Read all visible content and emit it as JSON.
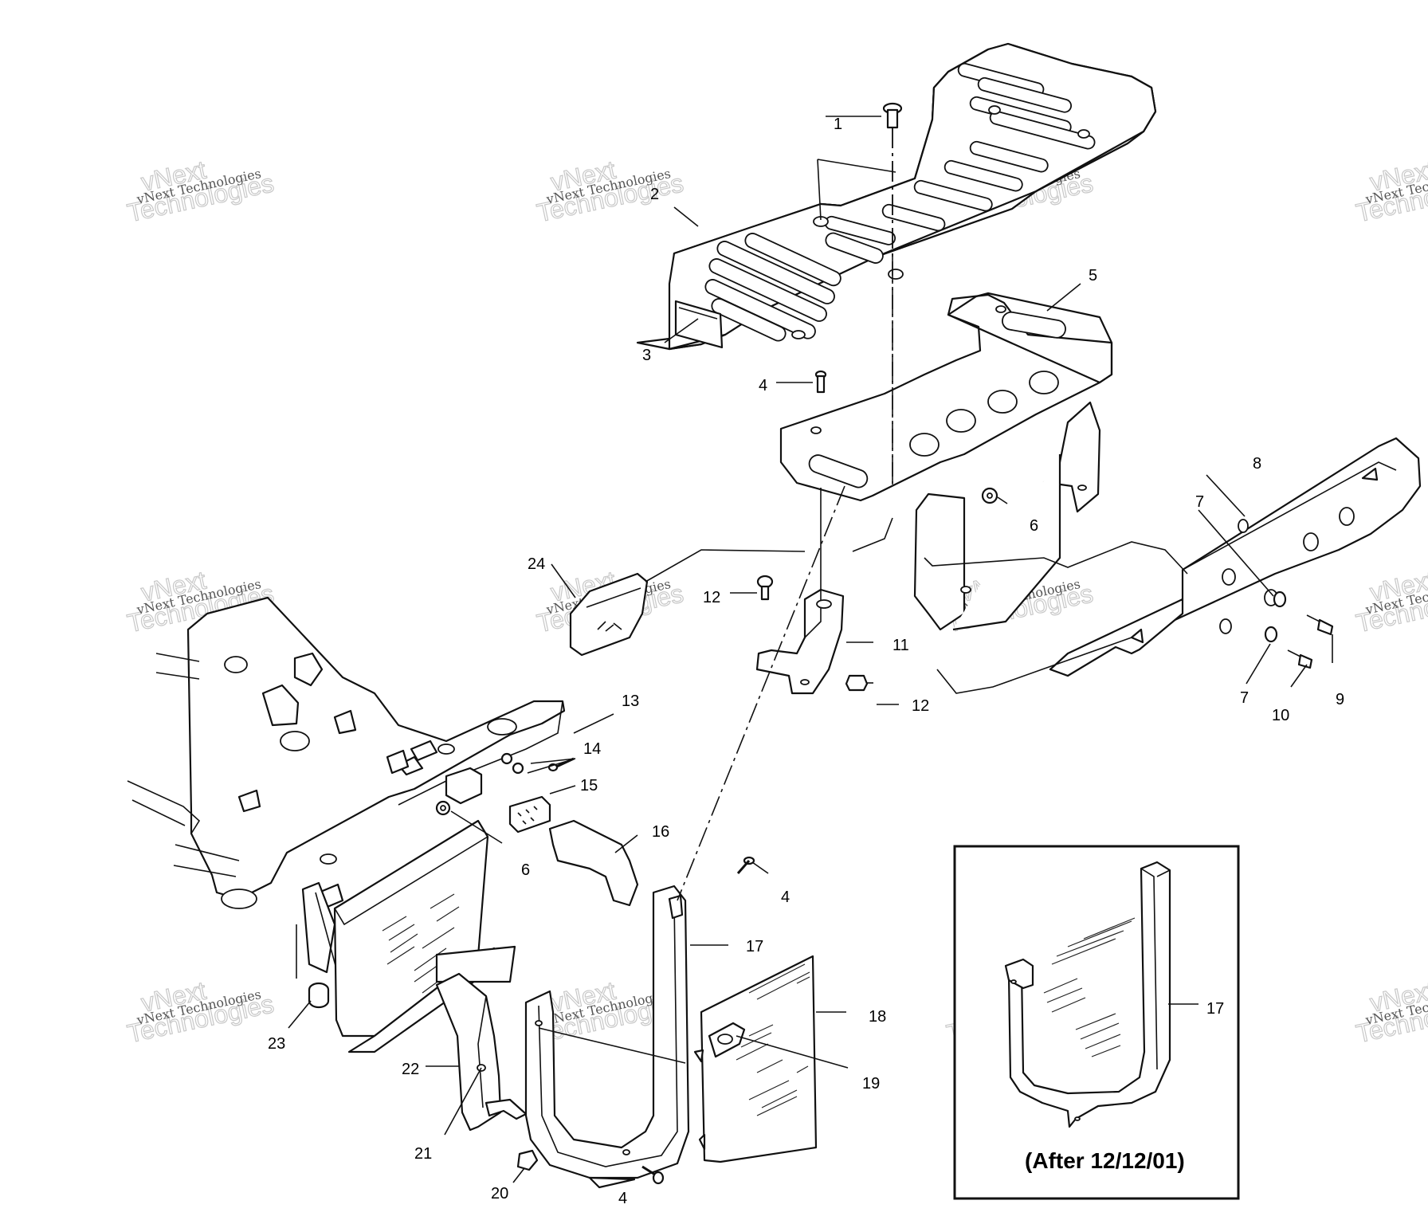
{
  "watermark": {
    "line1": "vNext Technologies",
    "line2": "vNext",
    "line3": "Technologies"
  },
  "callouts": {
    "c1": "1",
    "c2": "2",
    "c3": "3",
    "c4a": "4",
    "c5": "5",
    "c6a": "6",
    "c7a": "7",
    "c8": "8",
    "c9": "9",
    "c7b": "7",
    "c10": "10",
    "c24": "24",
    "c12a": "12",
    "c11": "11",
    "c12b": "12",
    "c13": "13",
    "c14": "14",
    "c15": "15",
    "c16": "16",
    "c6b": "6",
    "c4b": "4",
    "c17": "17",
    "c18": "18",
    "c19": "19",
    "c23": "23",
    "c22": "22",
    "c21": "21",
    "c20": "20",
    "c4c": "4",
    "c17i": "17"
  },
  "inset": {
    "caption": "(After 12/12/01)"
  }
}
